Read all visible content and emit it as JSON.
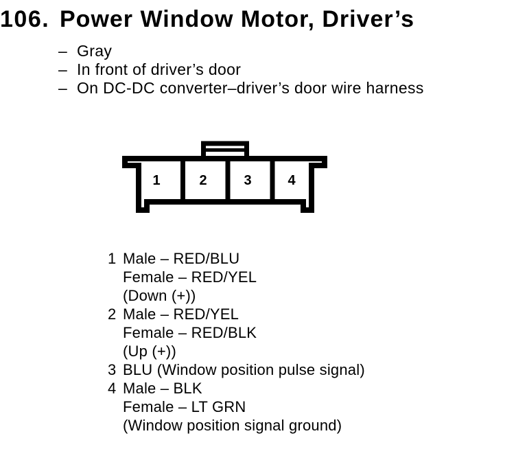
{
  "colors": {
    "ink": "#000000",
    "paper": "#ffffff"
  },
  "header": {
    "item_number": "106.",
    "title": "Power Window Motor, Driver’s"
  },
  "notes": {
    "bullet": "–",
    "items": [
      {
        "text": "Gray"
      },
      {
        "text": "In front of driver’s door"
      },
      {
        "text": "On DC-DC converter–driver’s door wire harness"
      }
    ]
  },
  "connector": {
    "cavities": [
      {
        "label": "1"
      },
      {
        "label": "2"
      },
      {
        "label": "3"
      },
      {
        "label": "4"
      }
    ]
  },
  "pins": {
    "items": [
      {
        "number": "1",
        "lines": [
          "Male – RED/BLU",
          "Female – RED/YEL",
          "(Down (+))"
        ]
      },
      {
        "number": "2",
        "lines": [
          "Male – RED/YEL",
          "Female – RED/BLK",
          "(Up (+))"
        ]
      },
      {
        "number": "3",
        "lines": [
          "BLU (Window position pulse signal)"
        ]
      },
      {
        "number": "4",
        "lines": [
          "Male – BLK",
          "Female – LT GRN",
          "(Window position signal ground)"
        ]
      }
    ]
  }
}
